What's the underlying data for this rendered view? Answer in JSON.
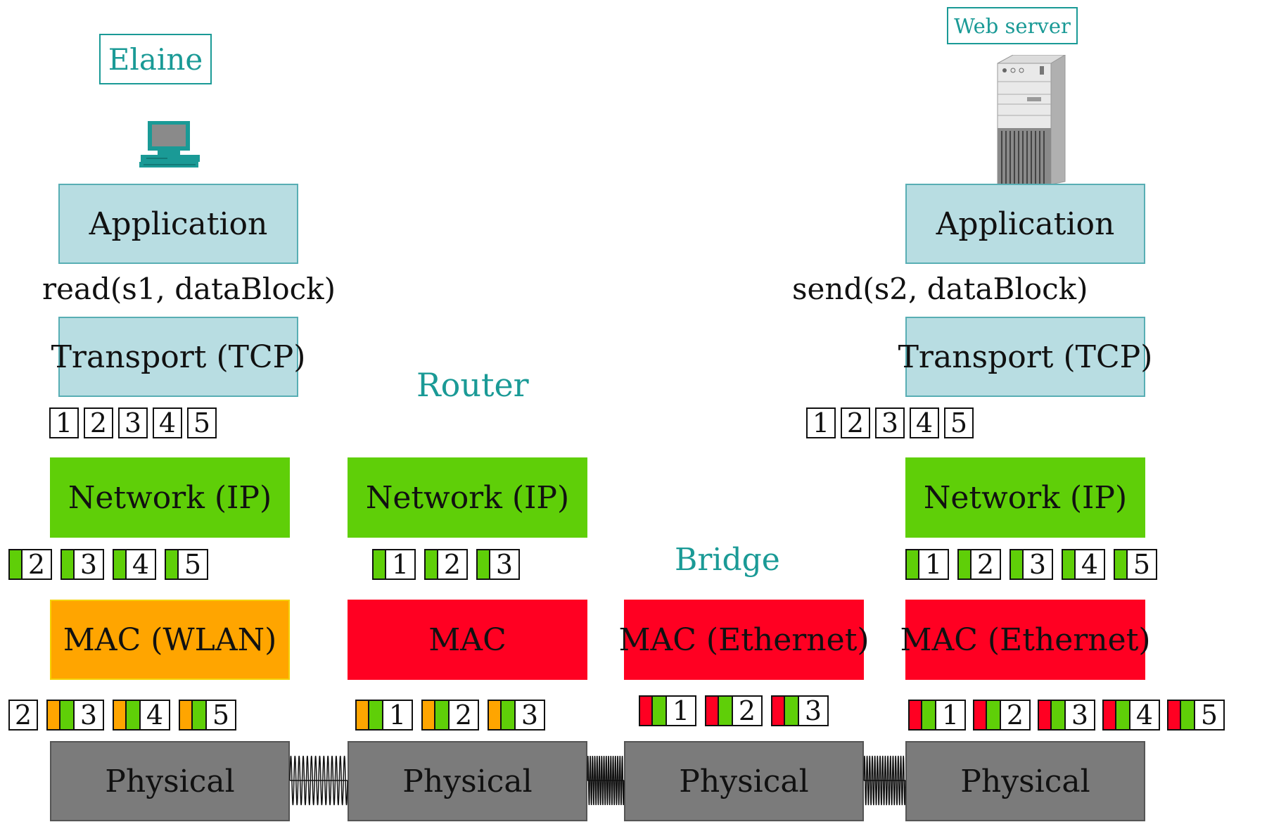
{
  "hosts": {
    "client": {
      "name": "Elaine",
      "call": "read(s1, dataBlock)"
    },
    "server": {
      "name": "Web server",
      "call": "send(s2, dataBlock)"
    }
  },
  "devices": {
    "router": "Router",
    "bridge": "Bridge"
  },
  "layers": {
    "application": "Application",
    "transport": "Transport (TCP)",
    "network": "Network (IP)",
    "mac_wlan": "MAC (WLAN)",
    "mac": "MAC",
    "mac_ethernet": "MAC (Ethernet)",
    "physical": "Physical"
  },
  "colors": {
    "application": "#b8dde2",
    "network": "#5fcf08",
    "wlan": "#ffa500",
    "ethernet": "#ff0022",
    "physical": "#7b7b7b",
    "label": "#1a9a96"
  },
  "icons": {
    "client": "computer-icon",
    "server": "tower-server-icon",
    "link": "signal-wave-icon"
  },
  "packets": {
    "tcp_left": [
      {
        "n": "1",
        "h": []
      },
      {
        "n": "2",
        "h": []
      },
      {
        "n": "3",
        "h": []
      },
      {
        "n": "4",
        "h": []
      },
      {
        "n": "5",
        "h": []
      }
    ],
    "tcp_right": [
      {
        "n": "1",
        "h": []
      },
      {
        "n": "2",
        "h": []
      },
      {
        "n": "3",
        "h": []
      },
      {
        "n": "4",
        "h": []
      },
      {
        "n": "5",
        "h": []
      }
    ],
    "ip_left": [
      {
        "n": "2",
        "h": [
          "green"
        ]
      },
      {
        "n": "3",
        "h": [
          "green"
        ]
      },
      {
        "n": "4",
        "h": [
          "green"
        ]
      },
      {
        "n": "5",
        "h": [
          "green"
        ]
      }
    ],
    "ip_router": [
      {
        "n": "1",
        "h": [
          "green"
        ]
      },
      {
        "n": "2",
        "h": [
          "green"
        ]
      },
      {
        "n": "3",
        "h": [
          "green"
        ]
      }
    ],
    "ip_right": [
      {
        "n": "1",
        "h": [
          "green"
        ]
      },
      {
        "n": "2",
        "h": [
          "green"
        ]
      },
      {
        "n": "3",
        "h": [
          "green"
        ]
      },
      {
        "n": "4",
        "h": [
          "green"
        ]
      },
      {
        "n": "5",
        "h": [
          "green"
        ]
      }
    ],
    "mac_left": [
      {
        "n": "2",
        "h": []
      },
      {
        "n": "3",
        "h": [
          "orange",
          "green"
        ]
      },
      {
        "n": "4",
        "h": [
          "orange",
          "green"
        ]
      },
      {
        "n": "5",
        "h": [
          "orange",
          "green"
        ]
      }
    ],
    "mac_router": [
      {
        "n": "1",
        "h": [
          "orange",
          "green"
        ]
      },
      {
        "n": "2",
        "h": [
          "orange",
          "green"
        ]
      },
      {
        "n": "3",
        "h": [
          "orange",
          "green"
        ]
      }
    ],
    "mac_bridge": [
      {
        "n": "1",
        "h": [
          "red",
          "green"
        ]
      },
      {
        "n": "2",
        "h": [
          "red",
          "green"
        ]
      },
      {
        "n": "3",
        "h": [
          "red",
          "green"
        ]
      }
    ],
    "mac_right": [
      {
        "n": "1",
        "h": [
          "red",
          "green"
        ]
      },
      {
        "n": "2",
        "h": [
          "red",
          "green"
        ]
      },
      {
        "n": "3",
        "h": [
          "red",
          "green"
        ]
      },
      {
        "n": "4",
        "h": [
          "red",
          "green"
        ]
      },
      {
        "n": "5",
        "h": [
          "red",
          "green"
        ]
      }
    ]
  }
}
